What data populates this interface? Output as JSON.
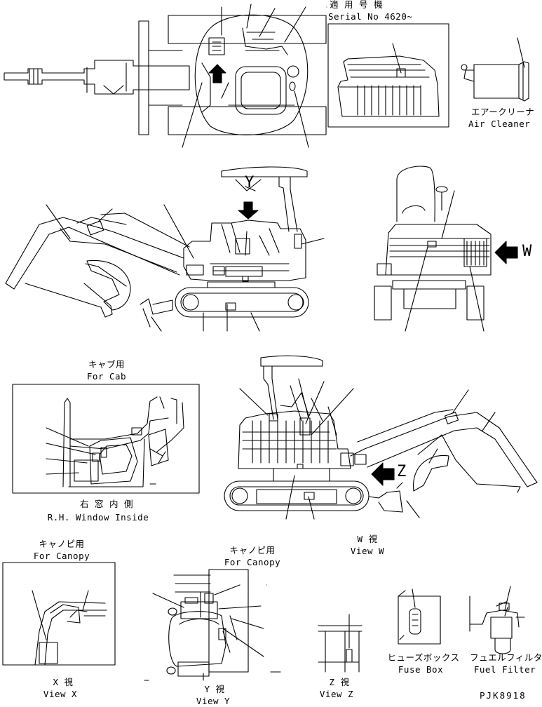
{
  "header": {
    "serial_jp": "適 用 号 機",
    "serial_en": "Serial No 4620~"
  },
  "air_cleaner": {
    "jp": "エアークリーナ",
    "en": "Air Cleaner"
  },
  "cab": {
    "title_jp": "キャブ用",
    "title_en": "For Cab",
    "caption_jp": "右 窓 内 側",
    "caption_en": "R.H. Window Inside"
  },
  "canopy_x": {
    "title_jp": "キャノピ用",
    "title_en": "For Canopy"
  },
  "canopy_y": {
    "title_jp": "キャノピ用",
    "title_en": "For Canopy"
  },
  "views": {
    "w_jp": "W  視",
    "w_en": "View W",
    "x_jp": "X  視",
    "x_en": "View X",
    "y_jp": "Y  視",
    "y_en": "View Y",
    "z_jp": "Z  視",
    "z_en": "View Z"
  },
  "arrows": {
    "y": "Y",
    "w": "W",
    "z": "Z"
  },
  "fuse_box": {
    "jp": "ヒューズボックス",
    "en": "Fuse Box"
  },
  "fuel_filter": {
    "jp": "フュエルフィルタ",
    "en": "Fuel Filter"
  },
  "drawing_no": "PJK8918"
}
